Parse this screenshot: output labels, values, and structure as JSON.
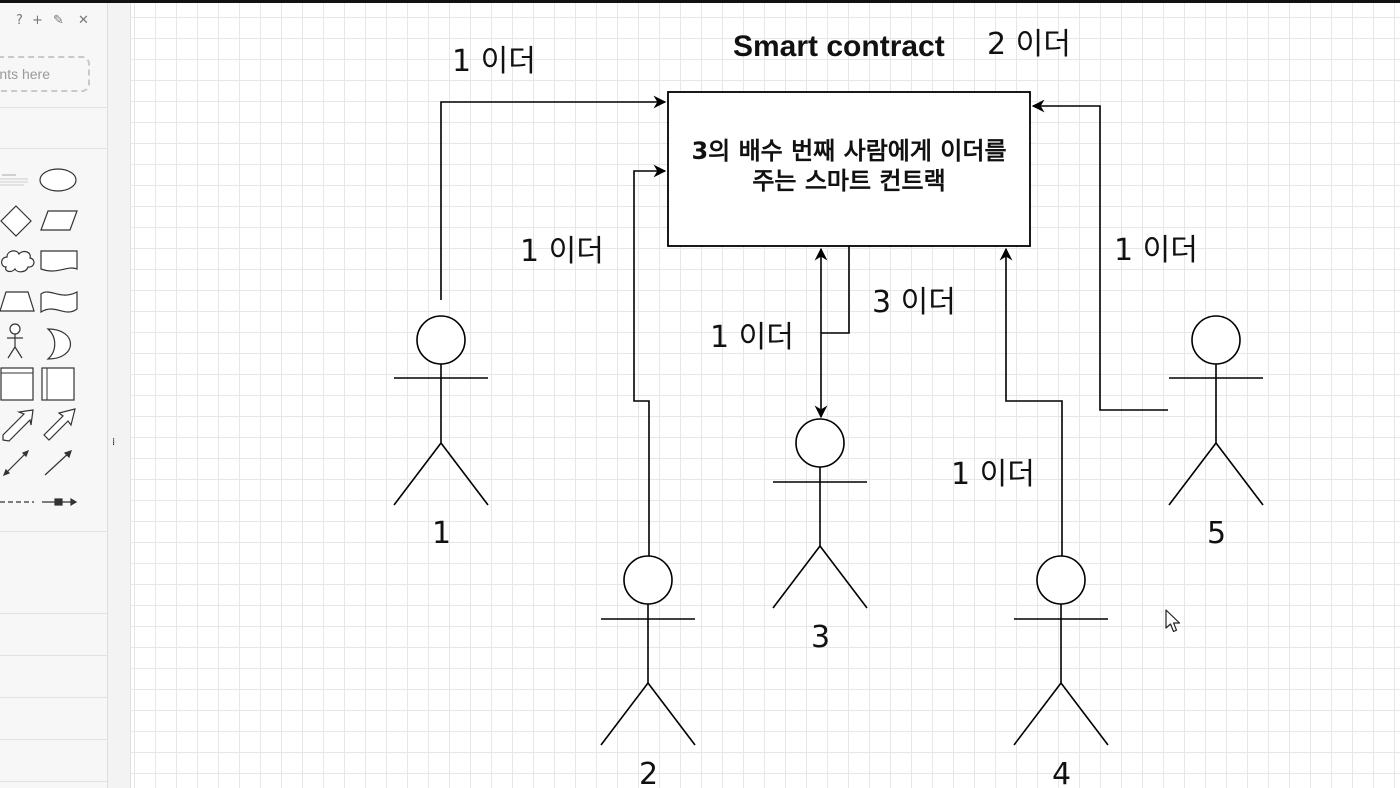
{
  "sidebar": {
    "toolbar": {
      "help": "?",
      "add": "+",
      "edit": "✎",
      "close": "✕"
    },
    "search_placeholder": "nts here",
    "shape_icons": [
      "text-shape-icon",
      "ellipse-shape-icon",
      "diamond-shape-icon",
      "parallelogram-shape-icon",
      "cloud-shape-icon",
      "document-shape-icon",
      "trapezoid-shape-icon",
      "tape-shape-icon",
      "actor-shape-icon",
      "or-shape-icon",
      "container-shape-icon",
      "table-shape-icon",
      "bidirectional-arrow-icon",
      "double-arrow-icon",
      "line-bidirectional-icon",
      "line-arrow-icon",
      "dashed-connector-icon",
      "connector-link-icon"
    ],
    "grip": "⁞"
  },
  "diagram": {
    "title": "Smart contract",
    "title_amount": "2 이더",
    "contract_line1": "3의 배수 번째 사람에게 이더를",
    "contract_line2": "주는 스마트 컨트랙",
    "edge_labels": {
      "actor1": "1 이더",
      "actor2": "1 이더",
      "actor3_in": "1 이더",
      "actor3_out": "3 이더",
      "actor4": "1 이더",
      "actor5": "1 이더"
    },
    "actors": [
      "1",
      "2",
      "3",
      "4",
      "5"
    ]
  },
  "colors": {
    "stroke": "#000000",
    "grid": "#e7e7e7",
    "sidebar_bg": "#f7f7f7"
  }
}
